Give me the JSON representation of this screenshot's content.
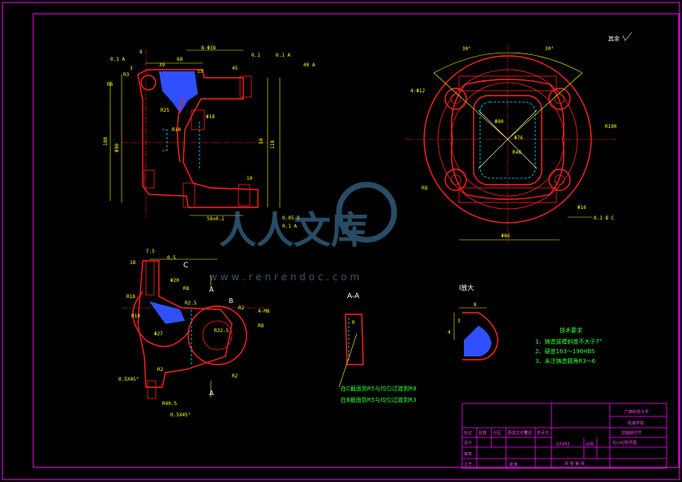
{
  "drawing": {
    "roughness_mark": "其余",
    "watermark_text": "人人文库",
    "watermark_url": "w w w . r e n r e n d o c . c o m",
    "section_label": "A-A",
    "detail_label": "I放大",
    "section_c_label": "C",
    "section_a_label": "A",
    "section_b_label": "B"
  },
  "tech_requirements": {
    "title": "技术要求",
    "items": [
      "1、铸造拔模斜度不大于7°",
      "2、硬度163～196HBS",
      "3、未注铸造圆角R3～6"
    ]
  },
  "notes": {
    "note_c": "在C截面到R5与均匀过渡到R8",
    "note_b": "在B截面到R5与均匀过渡到R3"
  },
  "dimensions": {
    "front": [
      "0.1 A",
      "8",
      "68",
      "8-Φ38",
      "0.1",
      "40 A",
      "0.1 A",
      "3",
      "13",
      "45",
      "39",
      "Φ18",
      "R25",
      "R10",
      "180",
      "Φ90",
      "118",
      "50",
      "10",
      "50±0.1",
      "0.05 B",
      "0.1 A",
      "R6",
      "R3"
    ],
    "plan": [
      "30°",
      "30°",
      "4-Φ12",
      "R100",
      "Φ76",
      "Φ90",
      "R48",
      "R8",
      "Φ16",
      "Φ86",
      "0.1 B C"
    ],
    "side": [
      "7.5",
      "0.5",
      "18",
      "Φ20",
      "R8",
      "R18",
      "Φ27",
      "R2.5",
      "R10",
      "R32.5",
      "R8",
      "R2",
      "4-M8",
      "R2",
      "0.5X45°",
      "R2",
      "R40.5",
      "0.5X45°"
    ],
    "detail": [
      "8",
      "3",
      "4"
    ]
  },
  "title_block": {
    "school": "广西科技大学",
    "dept": "机械学院",
    "part_name": "前轴转向节",
    "drawing_no": "KJ-LXJ零件图",
    "row_labels": [
      "标记",
      "处数",
      "分区",
      "更改文件号",
      "签名",
      "年月日"
    ],
    "role_labels": [
      "设计",
      "审核",
      "工艺",
      "批准"
    ],
    "material": "QT450",
    "scale_label": "比例",
    "sheet_label": "共 张 第 张"
  }
}
